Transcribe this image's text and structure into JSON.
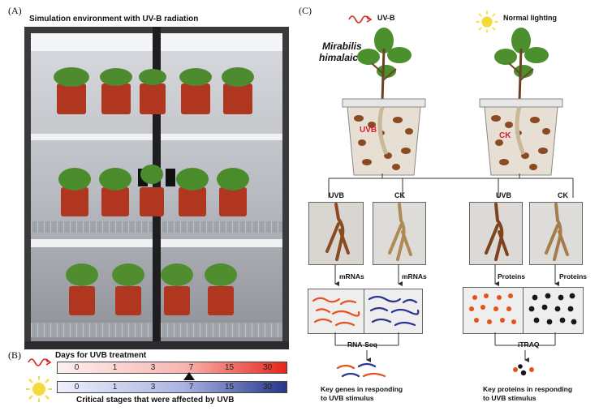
{
  "panel_a": {
    "label": "(A)",
    "title": "Simulation environment with UV-B radiation"
  },
  "panel_b": {
    "label": "(B)",
    "top_bar_title": "Days for UVB treatment",
    "bottom_bar_title": "Critical stages that were affected by UVB",
    "top_values": [
      "0",
      "1",
      "3",
      "7",
      "15",
      "30"
    ],
    "bottom_values": [
      "0",
      "1",
      "3",
      "7",
      "15",
      "30"
    ],
    "colors": {
      "top_start": "#fdeeee",
      "top_end": "#e8241a",
      "bottom_start": "#eef0fb",
      "bottom_end": "#24378a"
    }
  },
  "panel_c": {
    "label": "(C)",
    "species_line1": "Mirabilis",
    "species_line2": "himalaica",
    "uvb_source": "UV-B",
    "normal_source": "Normal lighting",
    "pot_left_label": "UVB",
    "pot_right_label": "CK",
    "sample_labels": [
      "UVB",
      "CK",
      "UVB",
      "CK"
    ],
    "molecules": [
      "mRNAs",
      "mRNAs",
      "Proteins",
      "Proteins"
    ],
    "method_left": "RNA-Seq",
    "method_right": "iTRAQ",
    "result_left_line1": "Key genes in responding",
    "result_left_line2": "to UVB stimulus",
    "result_right_line1": "Key proteins in responding",
    "result_right_line2": "to UVB stimulus"
  }
}
